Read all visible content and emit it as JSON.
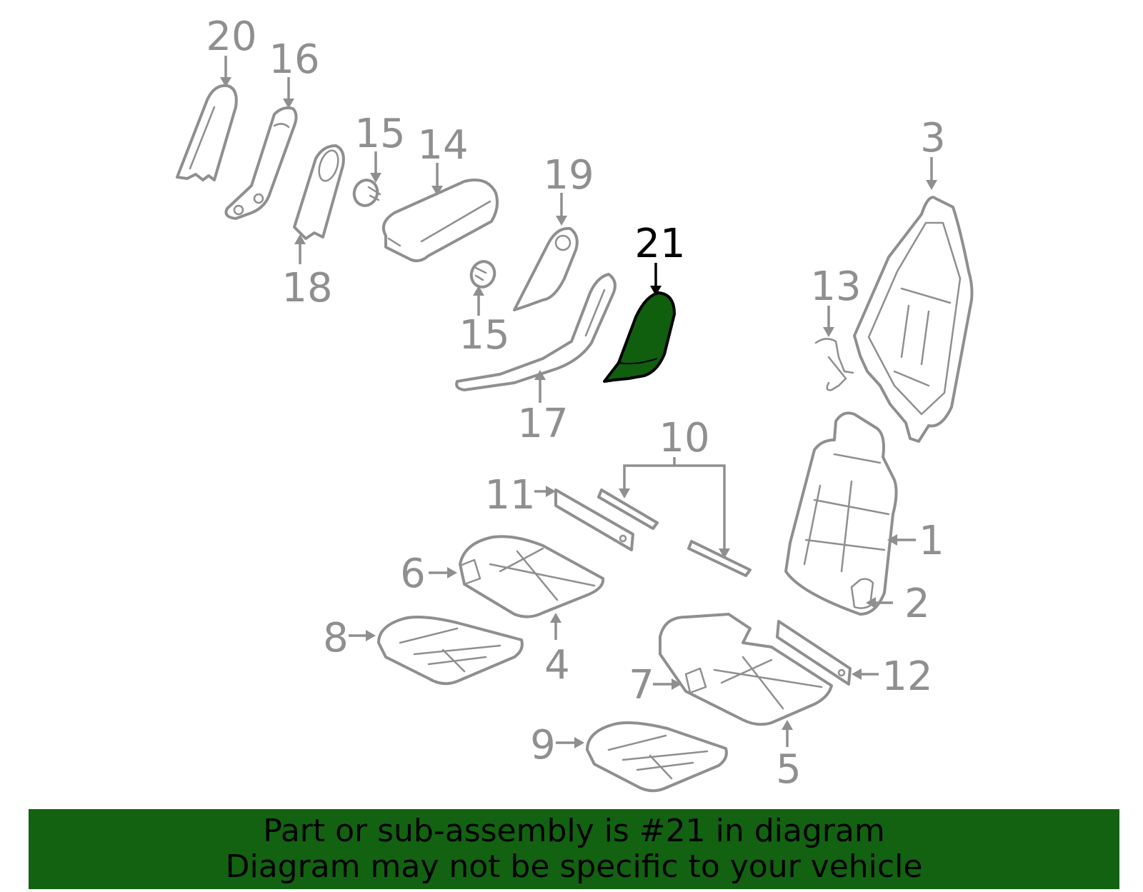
{
  "diagram": {
    "highlight_color": "#0f5f0f",
    "line_color": "#8f8f8f",
    "highlighted_callout": "21",
    "callouts": {
      "c1": "1",
      "c2": "2",
      "c3": "3",
      "c4": "4",
      "c5": "5",
      "c6": "6",
      "c7": "7",
      "c8": "8",
      "c9": "9",
      "c10": "10",
      "c11": "11",
      "c12": "12",
      "c13": "13",
      "c14": "14",
      "c15a": "15",
      "c15b": "15",
      "c16": "16",
      "c17": "17",
      "c18": "18",
      "c19": "19",
      "c20": "20",
      "c21": "21"
    }
  },
  "banner": {
    "line1": "Part or sub-assembly is #21 in diagram",
    "line2": "Diagram may not be specific to your vehicle",
    "background": "#126212"
  }
}
